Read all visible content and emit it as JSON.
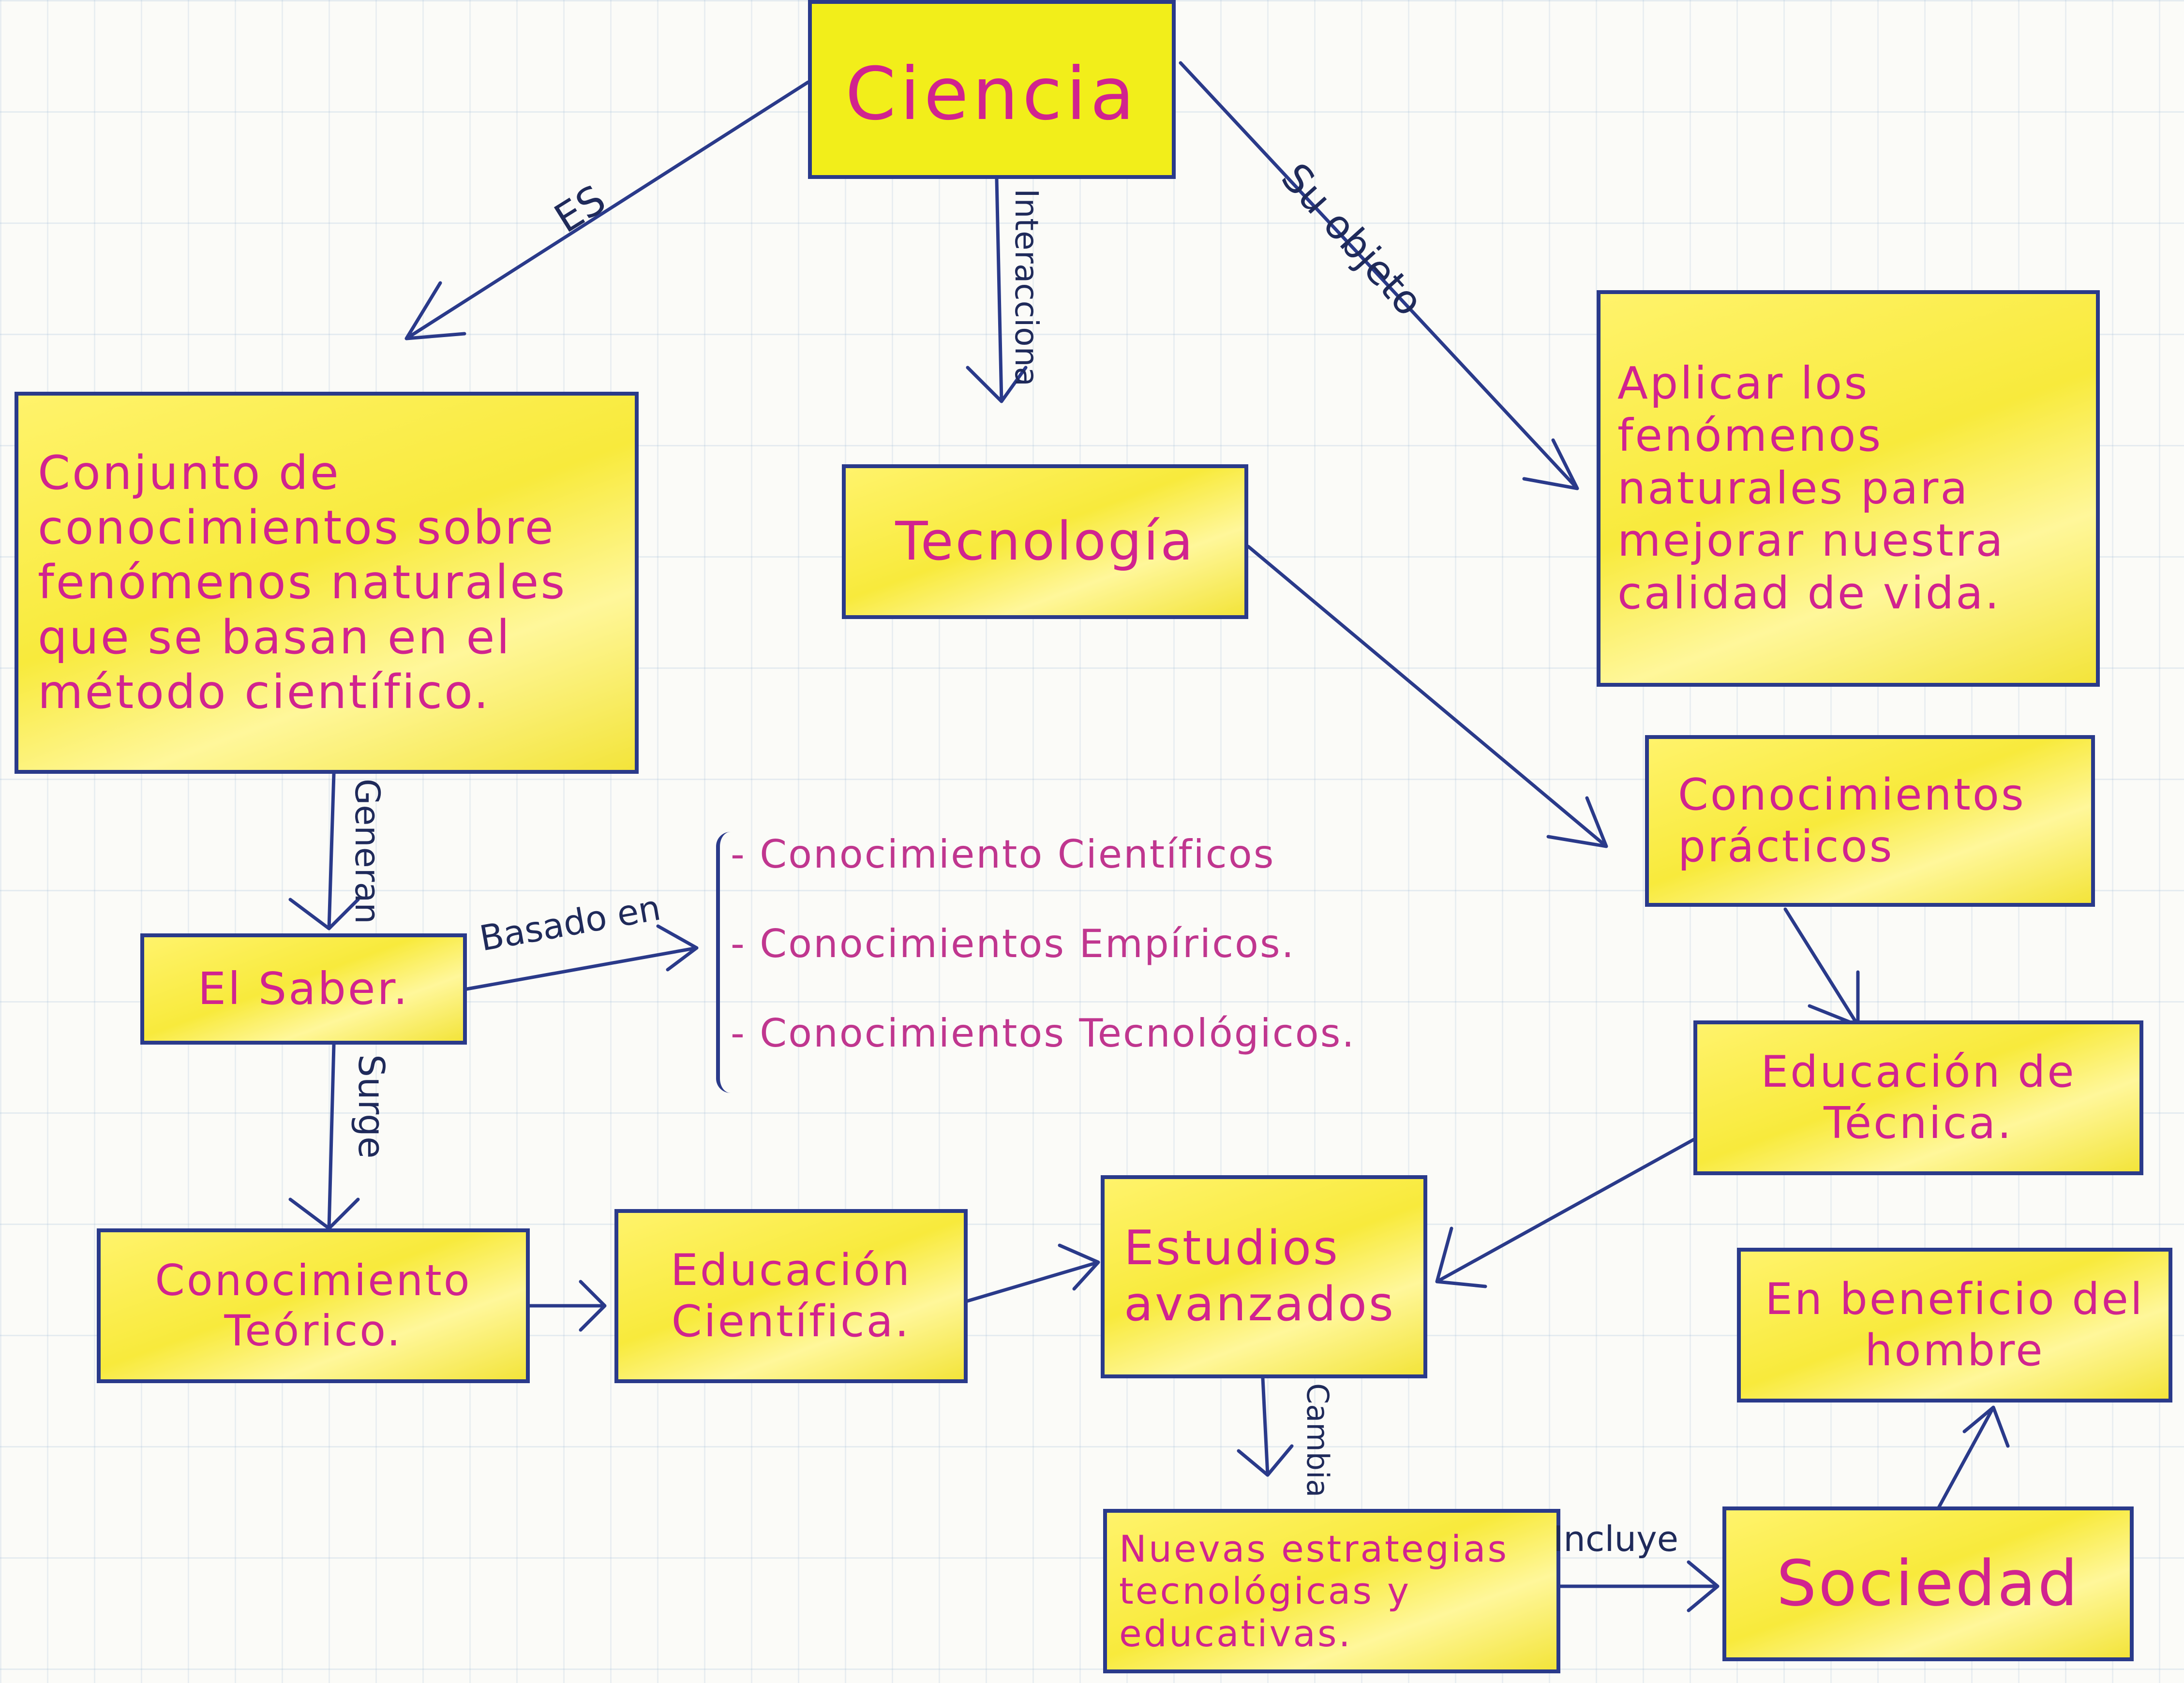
{
  "nodes": {
    "ciencia": "Ciencia",
    "conjunto": "Conjunto de conocimientos sobre fenómenos naturales que se basan en el método científico.",
    "tecnologia": "Tecnología",
    "aplicar": "Aplicar los fenómenos naturales para mejorar nuestra calidad de vida.",
    "saber": "El Saber.",
    "conocimientos_practicos": "Conocimientos prácticos",
    "educacion_tecnica": "Educación de Técnica.",
    "conocimiento_teorico": "Conocimiento Teórico.",
    "educacion_cientifica": "Educación Científica.",
    "estudios": "Estudios avanzados",
    "beneficio": "En beneficio del hombre",
    "nuevas": "Nuevas estrategias tecnológicas y educativas.",
    "sociedad": "Sociedad"
  },
  "edges": {
    "es": "ES",
    "interacciona": "Interacciona",
    "su_objeto": "Su objeto",
    "generan": "Generan",
    "basado_en": "Basado en",
    "surge": "Surge",
    "cambia": "Cambia",
    "incluye": "Incluye"
  },
  "bullets": [
    "- Conocimiento Científicos",
    "- Conocimientos Empíricos.",
    "- Conocimientos Tecnológicos."
  ],
  "colors": {
    "box_fill": "#f8ea3c",
    "border": "#2a3a8a",
    "text": "#d1238f"
  }
}
